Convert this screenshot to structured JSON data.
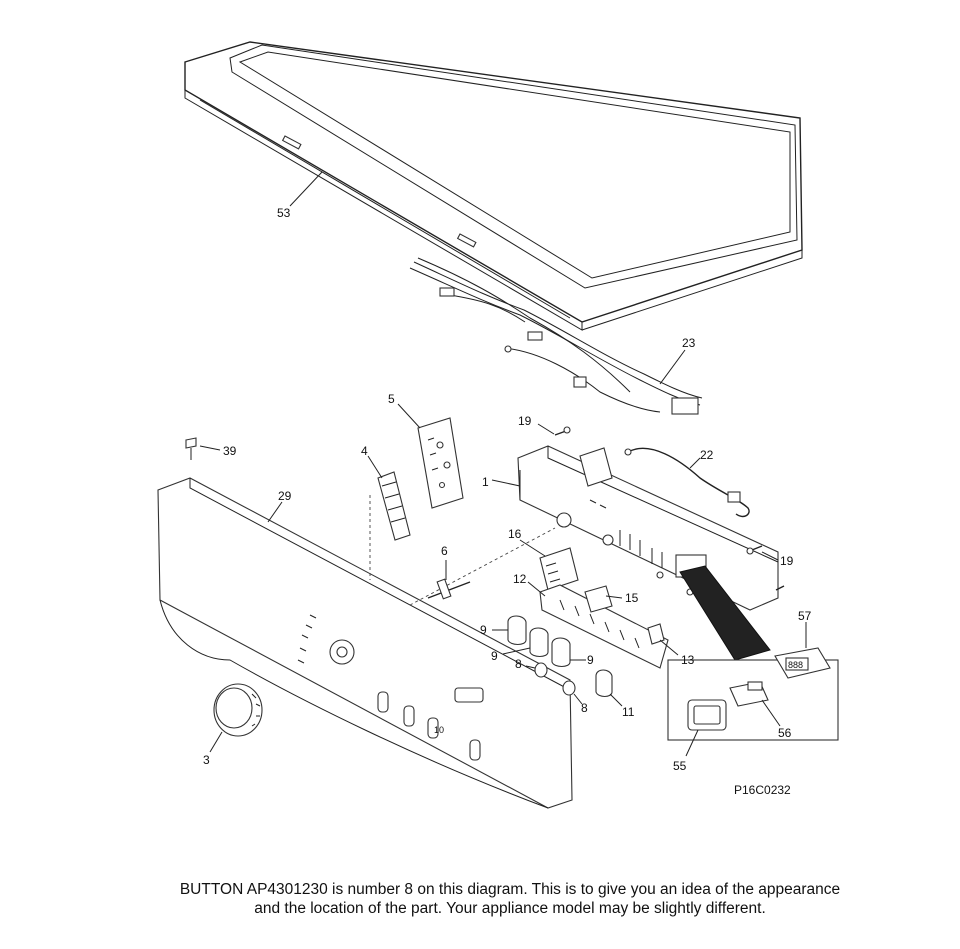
{
  "diagram": {
    "code": "P16C0232",
    "labels": {
      "p53": "53",
      "p23": "23",
      "p5": "5",
      "p19a": "19",
      "p19b": "19",
      "p22": "22",
      "p39": "39",
      "p4": "4",
      "p1": "1",
      "p29": "29",
      "p16": "16",
      "p6": "6",
      "p12": "12",
      "p15": "15",
      "p57": "57",
      "p9a": "9",
      "p9b": "9",
      "p9c": "9",
      "p8a": "8",
      "p8b": "8",
      "p13": "13",
      "p11": "11",
      "p56": "56",
      "p55": "55",
      "p3": "3",
      "p10": "10"
    }
  },
  "caption": {
    "line1": "BUTTON AP4301230 is number 8 on this diagram. This is to give you an idea of the appearance",
    "line2": "and the location of the part. Your appliance model may be slightly different."
  }
}
